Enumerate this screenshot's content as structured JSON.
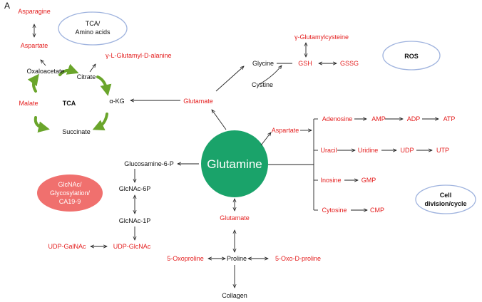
{
  "panel_label": "A",
  "colors": {
    "metabolite_red": "#e41e1e",
    "glutamine_green": "#1aa36a",
    "ellipse_border": "#9fb3de",
    "pink_oval": "#f0706e",
    "tca_arrow_green": "#6aa52b"
  },
  "center": {
    "label": "Glutamine"
  },
  "ovals": {
    "tca_amino": "TCA/ Amino acids",
    "ros": "ROS",
    "cell_cycle": "Cell division/cycle",
    "glcnac_lines": [
      "GlcNAc/",
      "Glycosylation/",
      "CA19-9"
    ]
  },
  "tca_cycle": {
    "center_label": "TCA",
    "oxaloacetate": "Oxaloacetate",
    "citrate": "Citrate",
    "malate": "Malate",
    "succinate": "Succinate",
    "akg": "α-KG"
  },
  "amino": {
    "asparagine": "Asparagine",
    "aspartate": "Aspartate",
    "glutamyl_alanine": "γ-L-Glutamyl-D-alanine"
  },
  "glutathione": {
    "glutamylcysteine": "γ-Glutamylcysteine",
    "glycine": "Glycine",
    "gsh": "GSH",
    "gssg": "GSSG",
    "cystine": "Cystine"
  },
  "glutamate_top": "Glutamate",
  "nucleotides": {
    "aspartate": "Aspartate",
    "adenosine": "Adenosine",
    "amp": "AMP",
    "adp": "ADP",
    "atp": "ATP",
    "uracil": "Uracil",
    "uridine": "Uridine",
    "udp": "UDP",
    "utp": "UTP",
    "inosine": "Inosine",
    "gmp": "GMP",
    "cytosine": "Cytosine",
    "cmp": "CMP"
  },
  "hexosamine": {
    "glucosamine": "Glucosamine-6-P",
    "glcnac6p": "GlcNAc-6P",
    "glcnac1p": "GlcNAc-1P",
    "udp_galnac": "UDP-GalNAc",
    "udp_glcnac": "UDP-GlcNAc"
  },
  "proline_path": {
    "glutamate": "Glutamate",
    "proline": "Proline",
    "oxoproline": "5-Oxoproline",
    "oxo_d_proline": "5-Oxo-D-proline",
    "collagen": "Collagen"
  }
}
